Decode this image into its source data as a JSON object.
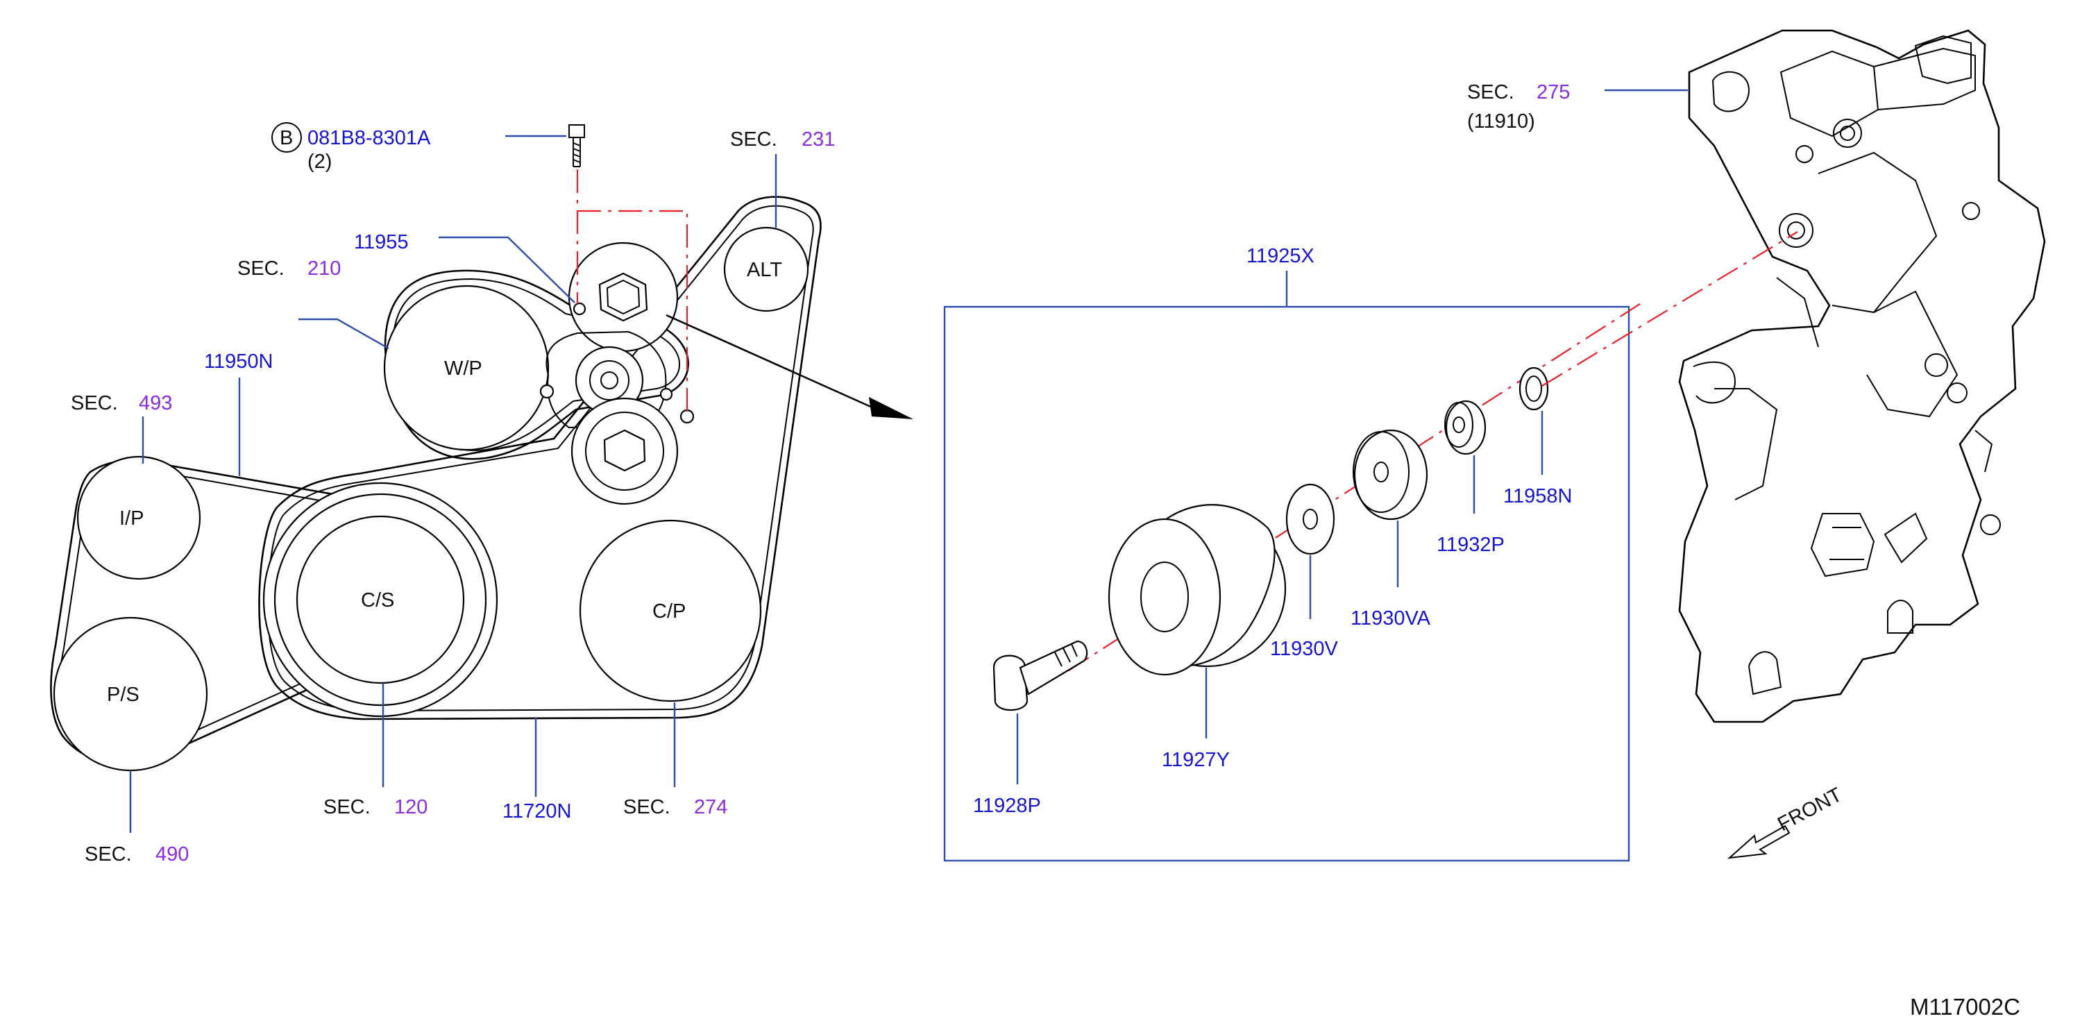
{
  "colors": {
    "part_number": "#1414d2",
    "section_number": "#8a2be2",
    "text": "#111111",
    "leader": "#2b4fa8",
    "center_line": "#e8202a"
  },
  "bolt_callout": {
    "circle_letter": "B",
    "part_number": "081B8-8301A",
    "quantity": "(2)"
  },
  "pulleys": {
    "alt": "ALT",
    "wp": "W/P",
    "ip": "I/P",
    "cs": "C/S",
    "ps": "P/S",
    "cp": "C/P"
  },
  "section_refs": {
    "sec_prefix": "SEC.",
    "s231": "231",
    "s210": "210",
    "s493": "493",
    "s120": "120",
    "s490": "490",
    "s274": "274",
    "s275": "275",
    "s275_sub": "(11910)"
  },
  "part_numbers": {
    "p11955": "11955",
    "p11950N": "11950N",
    "p11720N": "11720N",
    "p11925X": "11925X",
    "p11958N": "11958N",
    "p11932P": "11932P",
    "p11930VA": "11930VA",
    "p11930V": "11930V",
    "p11927Y": "11927Y",
    "p11928P": "11928P"
  },
  "front_label": "FRONT",
  "diagram_code": "M117002C"
}
